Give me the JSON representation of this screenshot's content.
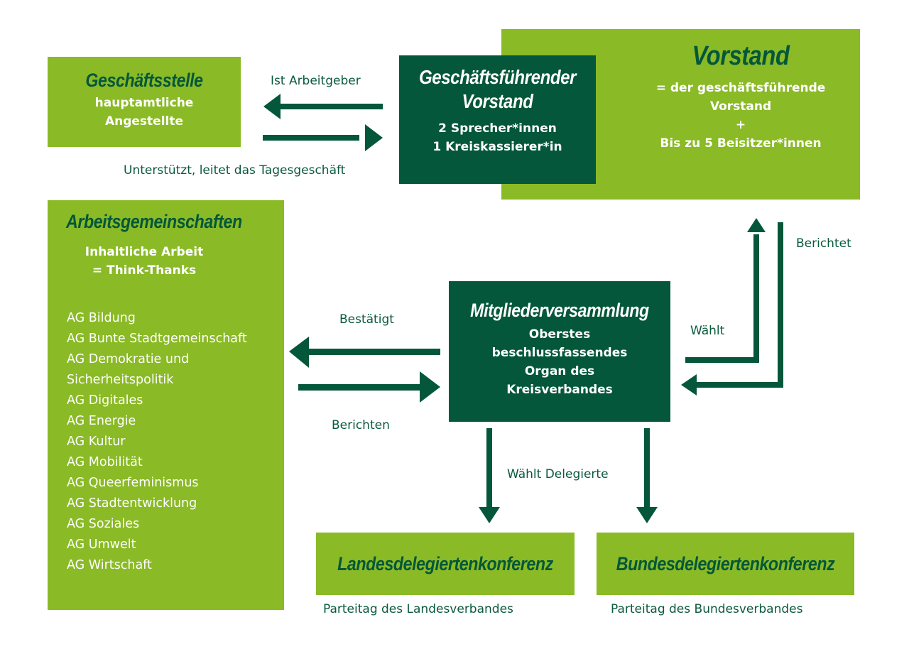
{
  "colors": {
    "light_green": "#8aba26",
    "dark_green": "#04573a",
    "white": "#ffffff"
  },
  "geschaeftsstelle": {
    "title": "Geschäftsstelle",
    "lines": [
      "hauptamtliche",
      "Angestellte"
    ]
  },
  "gf_vorstand": {
    "title_lines": [
      "Geschäftsführender",
      "Vorstand"
    ],
    "lines": [
      "2 Sprecher*innen",
      "1 Kreiskassierer*in"
    ]
  },
  "vorstand": {
    "title": "Vorstand",
    "lines": [
      "= der geschäftsführende",
      "Vorstand",
      "+",
      "Bis zu 5 Beisitzer*innen"
    ]
  },
  "arbeitsgemeinschaften": {
    "title": "Arbeitsgemeinschaften",
    "subtitle_lines": [
      "Inhaltliche Arbeit",
      "= Think-Thanks"
    ],
    "items": [
      "AG Bildung",
      "AG Bunte Stadtgemeinschaft",
      "AG Demokratie und",
      "Sicherheitspolitik",
      "AG Digitales",
      "AG Energie",
      "AG Kultur",
      "AG Mobilität",
      "AG Queerfeminismus",
      "AG Stadtentwicklung",
      "AG Soziales",
      "AG Umwelt",
      "AG Wirtschaft"
    ]
  },
  "mitgliederversammlung": {
    "title": "Mitgliederversammlung",
    "lines": [
      "Oberstes",
      "beschlussfassendes",
      "Organ des",
      "Kreisverbandes"
    ]
  },
  "landes": {
    "title": "Landesdelegiertenkonferenz",
    "caption": "Parteitag des Landesverbandes"
  },
  "bundes": {
    "title": "Bundesdelegiertenkonferenz",
    "caption": "Parteitag des Bundesverbandes"
  },
  "edge_labels": {
    "ist_arbeitgeber": "Ist Arbeitgeber",
    "unterstuetzt": "Unterstützt, leitet das Tagesgeschäft",
    "bestaetigt": "Bestätigt",
    "berichten": "Berichten",
    "waehlt": "Wählt",
    "berichtet": "Berichtet",
    "waehlt_delegierte": "Wählt Delegierte"
  }
}
